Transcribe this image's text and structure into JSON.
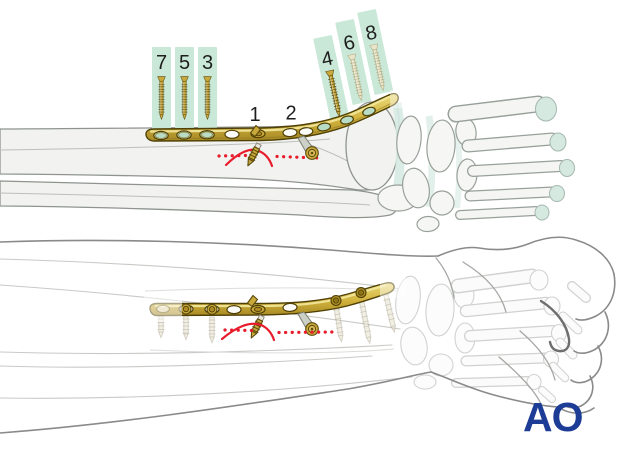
{
  "figure": {
    "logo_text": "AO",
    "step_labels": {
      "shaft_screws": [
        {
          "label": "7",
          "highlighted": true
        },
        {
          "label": "5",
          "highlighted": true
        },
        {
          "label": "3",
          "highlighted": true
        }
      ],
      "lag_screws": [
        {
          "label": "1",
          "highlighted": false
        },
        {
          "label": "2",
          "highlighted": false
        }
      ],
      "distal_screws": [
        {
          "label": "4",
          "highlighted": true
        },
        {
          "label": "6",
          "highlighted": true
        },
        {
          "label": "8",
          "highlighted": true
        }
      ]
    },
    "colors": {
      "highlight_green": "#c9e8d7",
      "implant_gold": "#c9a93c",
      "fracture_red": "#e81c2c",
      "logo_blue": "#1c3c96",
      "label_text": "#1e1e1e"
    }
  }
}
